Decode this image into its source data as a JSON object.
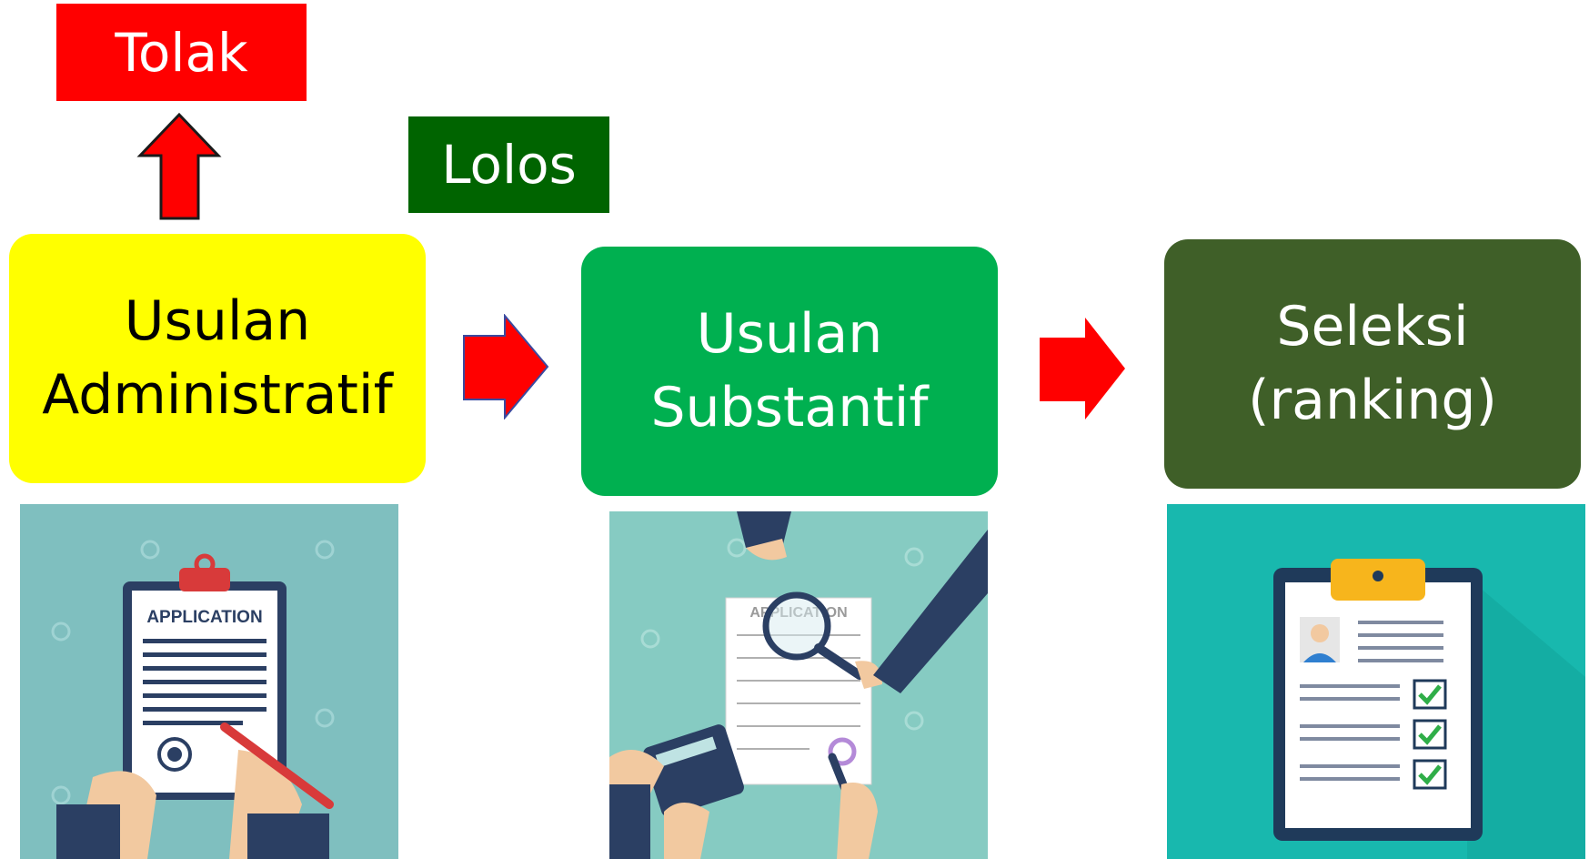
{
  "labels": {
    "reject": "Tolak",
    "pass": "Lolos"
  },
  "stages": [
    {
      "line1": "Usulan",
      "line2": "Administratif"
    },
    {
      "line1": "Usulan",
      "line2": "Substantif"
    },
    {
      "line1": "Seleksi",
      "line2": "(ranking)"
    }
  ],
  "illustrations": {
    "application_heading": "APPLICATION",
    "review_heading": "APPLICATION"
  },
  "colors": {
    "reject": "#ff0000",
    "pass": "#006400",
    "stage1": "#ffff00",
    "stage2": "#00b050",
    "stage3": "#3f5f28",
    "arrow": "#ff0000",
    "illustration_bg": "#7fbfbf",
    "illustration3_bg": "#18b8ae"
  },
  "icons": [
    "arrow-up-icon",
    "arrow-right-icon",
    "clipboard-application-icon",
    "magnifier-review-icon",
    "checklist-clipboard-icon"
  ]
}
